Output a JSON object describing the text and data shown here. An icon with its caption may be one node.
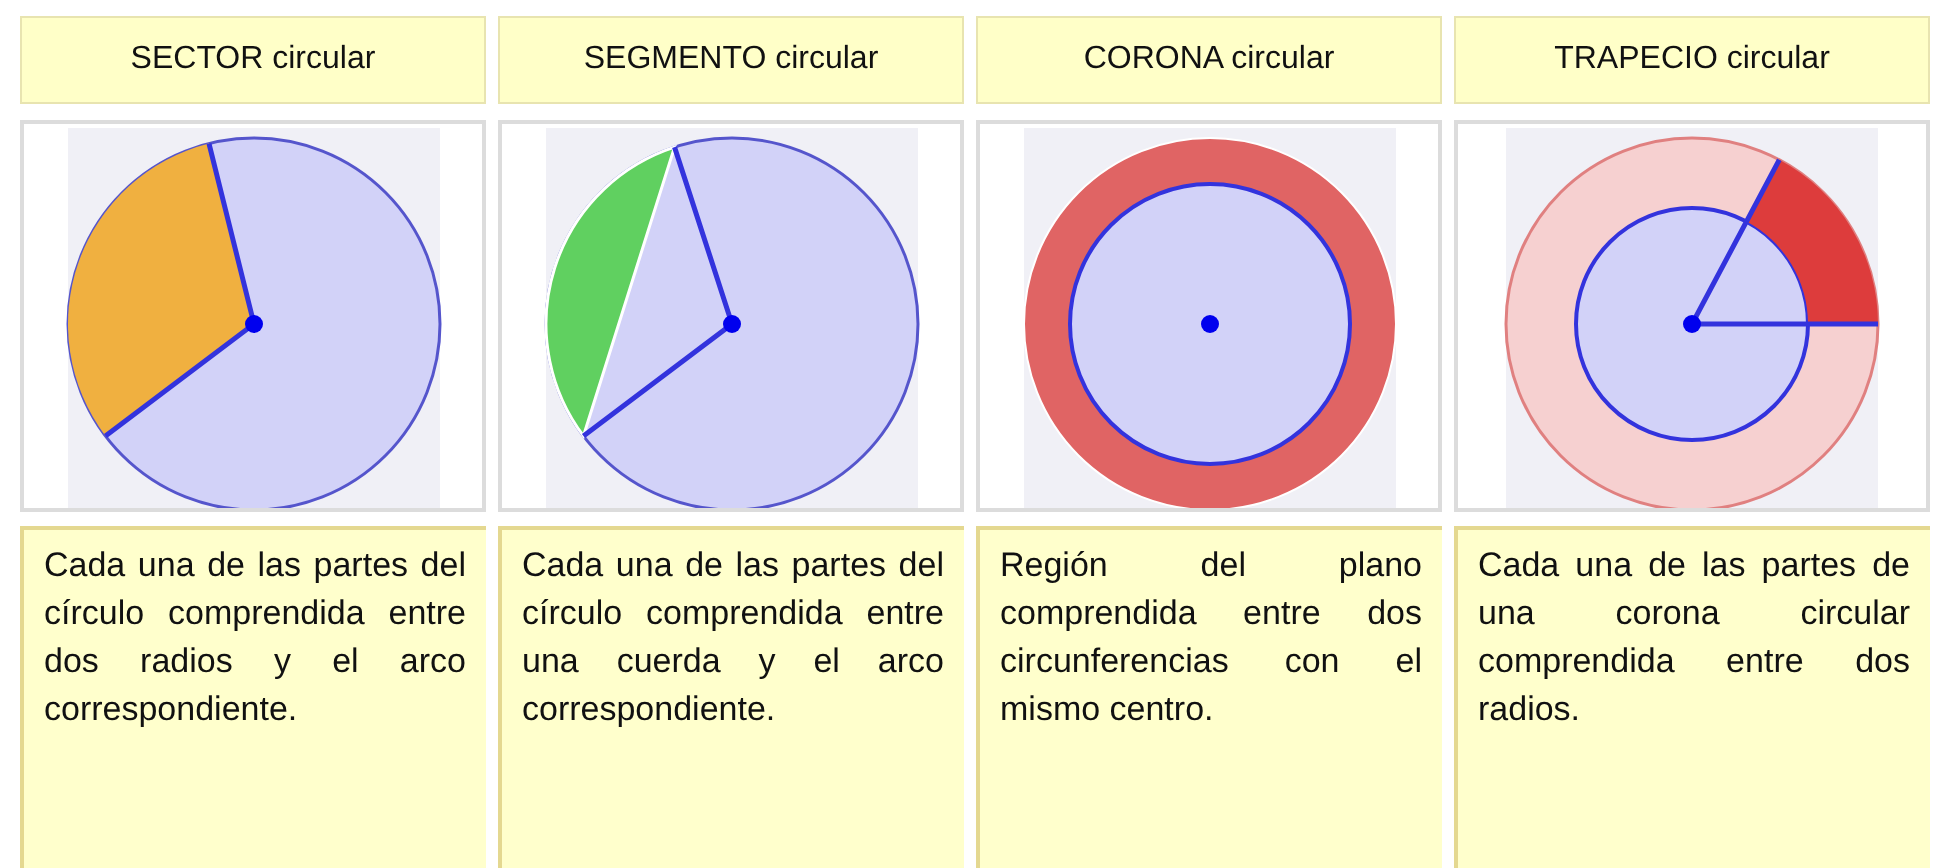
{
  "diagram": {
    "labels": [
      "SECTOR circular",
      "SEGMENTO circular",
      "CORONA circular",
      "TRAPECIO circular",
      "Cada una de las partes del círculo comprendida entre dos radios y el arco correspondiente.",
      "Cada una de las partes del círculo comprendida entre una cuerda y el arco correspondiente.",
      "Región del plano comprendida entre dos circunferencias con el mismo centro.",
      "Cada una de las partes de una corona circular comprendida entre dos radios."
    ]
  }
}
